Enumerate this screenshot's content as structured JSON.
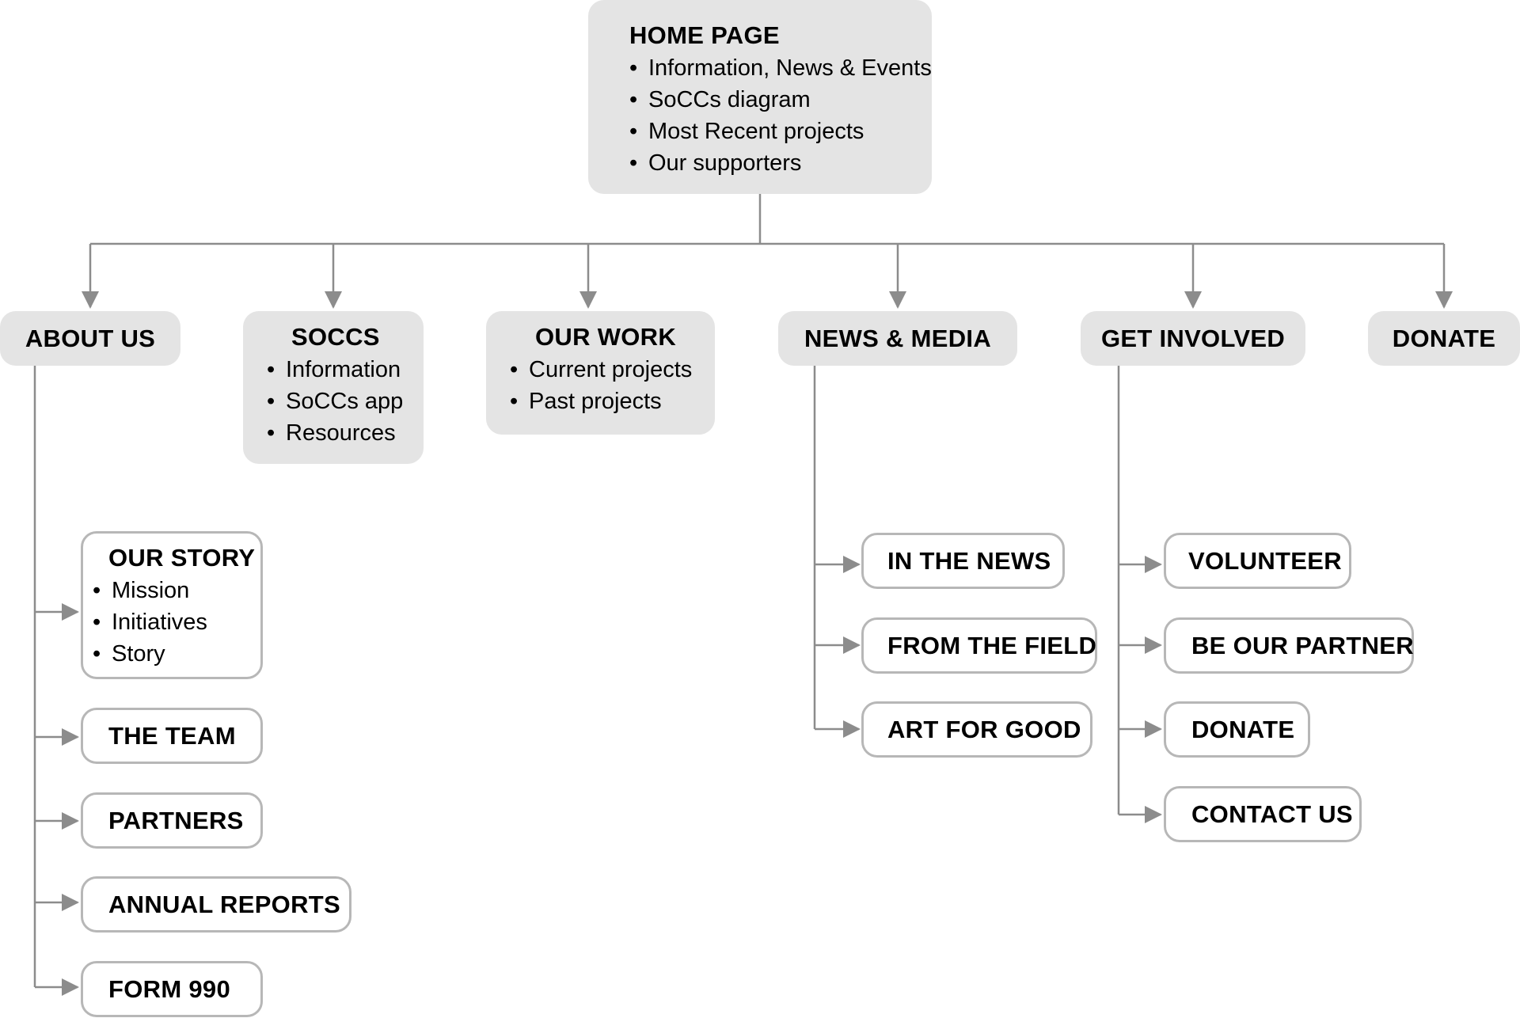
{
  "home": {
    "title": "HOME PAGE",
    "items": [
      "Information, News & Events",
      "SoCCs diagram",
      "Most Recent projects",
      "Our supporters"
    ]
  },
  "sections": {
    "about_us": {
      "title": "ABOUT US"
    },
    "soccs": {
      "title": "SOCCS",
      "items": [
        "Information",
        "SoCCs app",
        "Resources"
      ]
    },
    "our_work": {
      "title": "OUR WORK",
      "items": [
        "Current projects",
        "Past projects"
      ]
    },
    "news_media": {
      "title": "NEWS & MEDIA"
    },
    "get_involved": {
      "title": "GET INVOLVED"
    },
    "donate": {
      "title": "DONATE"
    }
  },
  "about_children": {
    "our_story": {
      "title": "OUR STORY",
      "items": [
        "Mission",
        "Initiatives",
        "Story"
      ]
    },
    "the_team": "THE TEAM",
    "partners": "PARTNERS",
    "annual_reports": "ANNUAL REPORTS",
    "form_990": "FORM 990"
  },
  "news_children": {
    "in_the_news": "IN THE NEWS",
    "from_the_field": "FROM THE FIELD",
    "art_for_good": "ART FOR GOOD"
  },
  "involved_children": {
    "volunteer": "VOLUNTEER",
    "be_our_partner": "BE OUR PARTNER",
    "donate": "DONATE",
    "contact_us": "CONTACT US"
  },
  "colors": {
    "filled_box": "#e4e4e4",
    "outline": "#b7b7b7",
    "connector": "#8c8c8c"
  }
}
